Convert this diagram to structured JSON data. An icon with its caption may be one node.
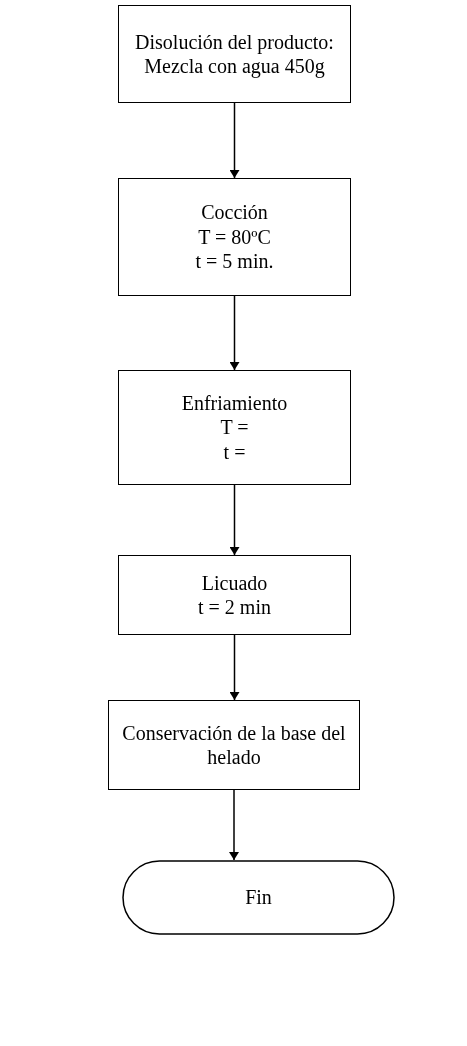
{
  "diagram": {
    "nodes": [
      {
        "text": [
          "Disolución del producto:",
          "Mezcla con agua 450g"
        ]
      },
      {
        "text": [
          "Cocción",
          "T = 80ºC",
          "t = 5 min."
        ]
      },
      {
        "text": [
          "Enfriamiento",
          "T =",
          "t ="
        ]
      },
      {
        "text": [
          "Licuado",
          "t = 2 min"
        ]
      },
      {
        "text": [
          "Conservación de la base del helado"
        ]
      },
      {
        "text": [
          "Fin"
        ]
      }
    ],
    "edges": [
      {
        "from": 0,
        "to": 1,
        "arrow": "to"
      },
      {
        "from": 1,
        "to": 2,
        "arrow": "to"
      },
      {
        "from": 2,
        "to": 3,
        "arrow": "to"
      },
      {
        "from": 3,
        "to": 4,
        "arrow": "to"
      },
      {
        "from": 4,
        "to": 5,
        "arrow": "to"
      }
    ]
  }
}
